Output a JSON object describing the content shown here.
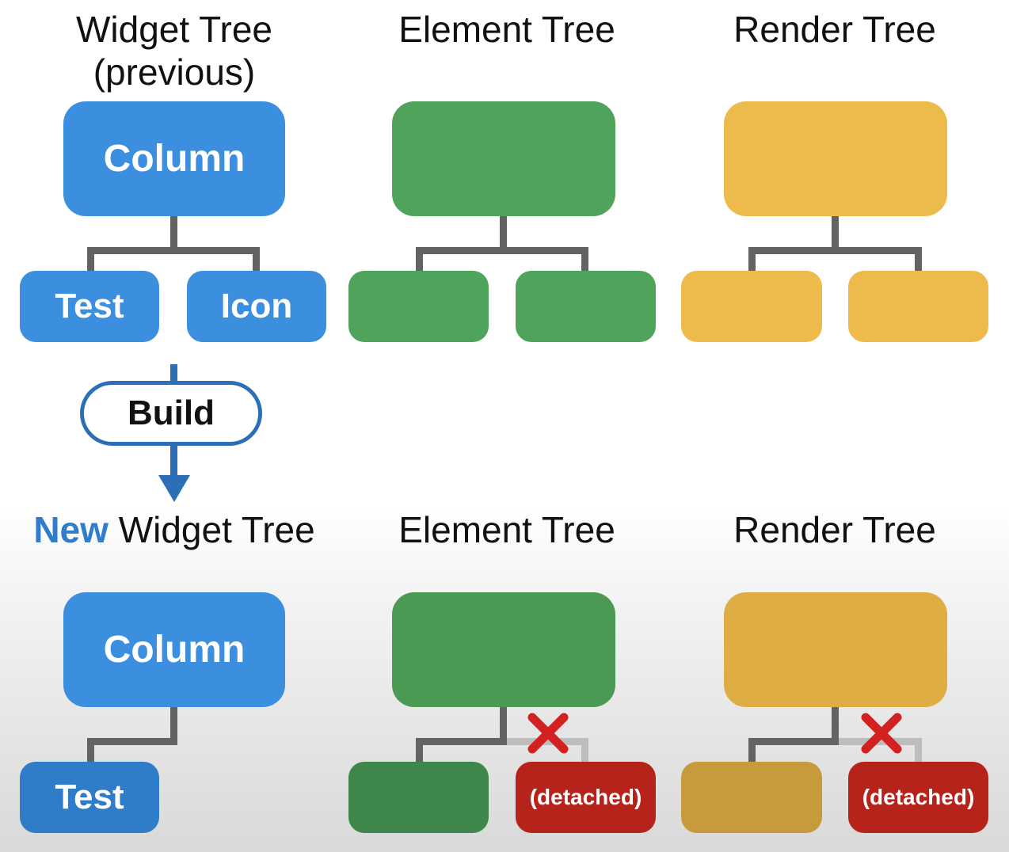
{
  "top": {
    "widget_title": "Widget Tree\n(previous)",
    "element_title": "Element Tree",
    "render_title": "Render Tree",
    "column_label": "Column",
    "test_label": "Test",
    "icon_label": "Icon"
  },
  "build_label": "Build",
  "bottom": {
    "new_word": "New",
    "widget_title_rest": "Widget Tree",
    "element_title": "Element Tree",
    "render_title": "Render Tree",
    "column_label": "Column",
    "test_label": "Test",
    "detached_label": "(detached)",
    "detached_label_2": "(detached)"
  },
  "colors": {
    "widget": "#3b8fde",
    "element": "#4fa35a",
    "render": "#ecbb4c",
    "detached": "#b5231b",
    "new_word": "#2f7dcc",
    "connector": "#636363",
    "removed_connector": "#bdbdbd",
    "cross": "#d32020"
  }
}
